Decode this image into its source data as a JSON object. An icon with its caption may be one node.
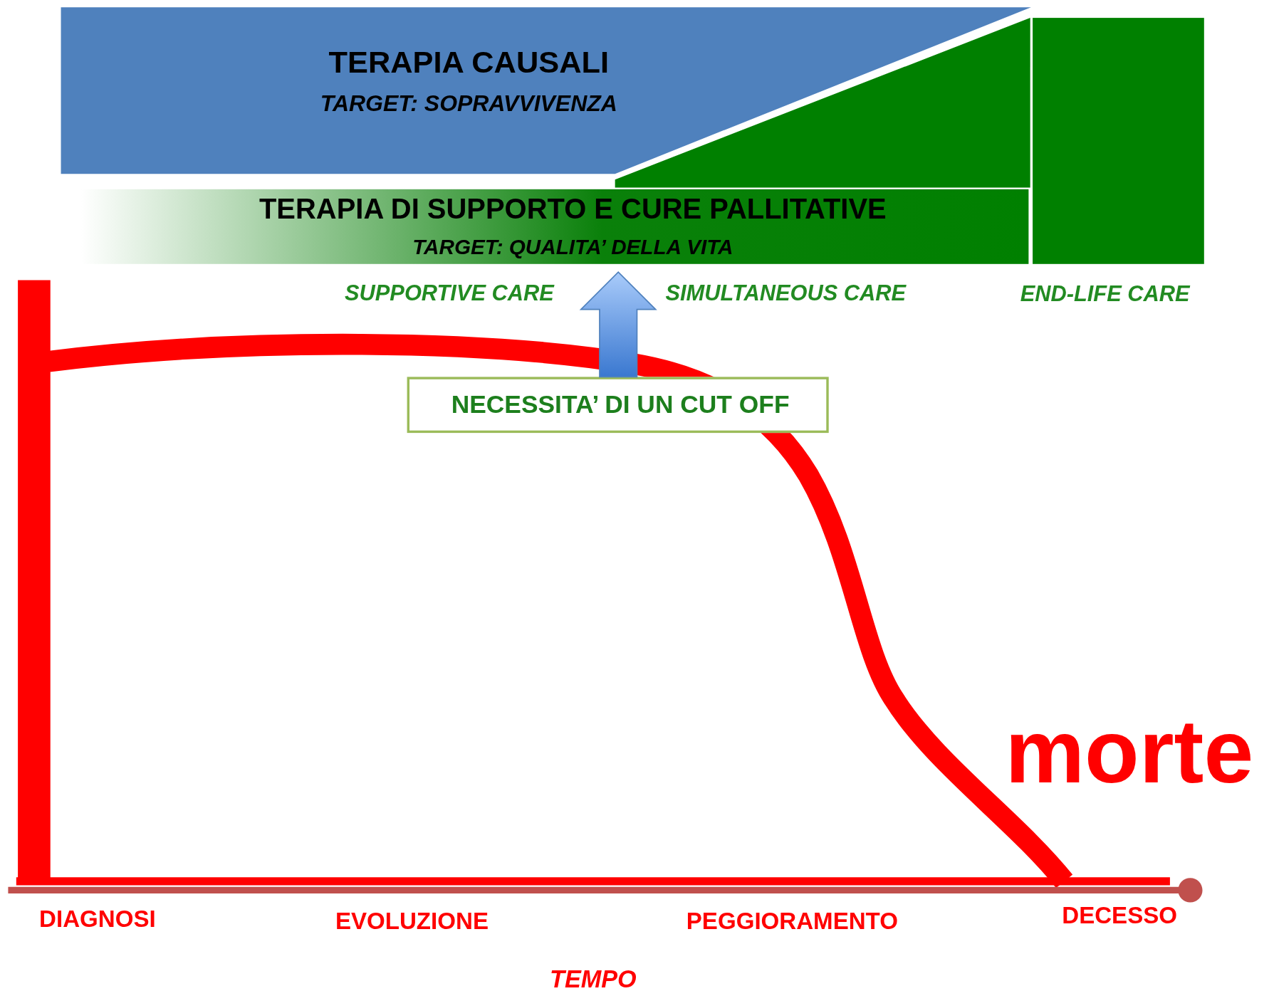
{
  "diagram": {
    "nodes": [
      {
        "text": [
          "TERAPIA CAUSALI",
          "TARGET: SOPRAVVIVENZA"
        ]
      },
      {
        "text": [
          "TERAPIA DI SUPPORTO E CURE PALLITATIVE",
          "TARGET: QUALITA’ DELLA VITA"
        ]
      },
      {
        "text": [],
        "shape": "triangle"
      },
      {
        "text": [],
        "shape": "box"
      },
      {
        "text": [
          "NECESSITA’ DI UN CUT OFF"
        ]
      }
    ],
    "edges": [
      {
        "from": 4,
        "to": 1,
        "arrow": "to"
      }
    ],
    "labels": [
      "SUPPORTIVE CARE",
      "SIMULTANEOUS CARE",
      "END-LIFE CARE",
      "morte",
      "DIAGNOSI",
      "EVOLUZIONE",
      "PEGGIORAMENTO",
      "DECESSO",
      "TEMPO"
    ]
  }
}
